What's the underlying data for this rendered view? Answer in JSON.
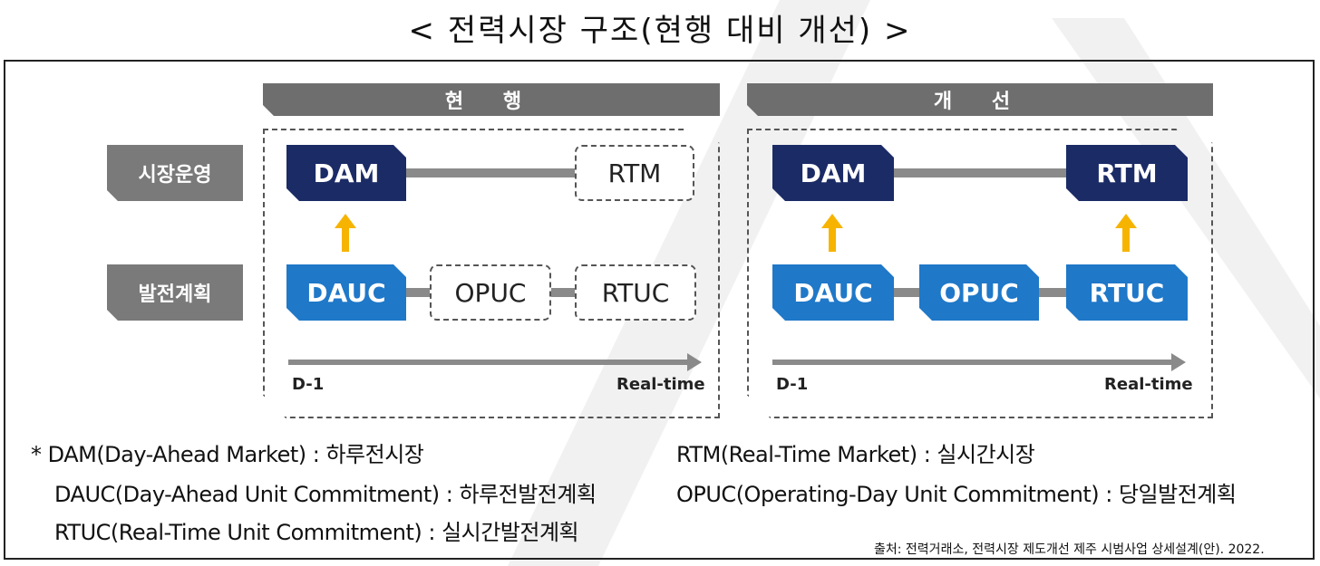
{
  "title": "< 전력시장 구조(현행 대비 개선) >",
  "headers": {
    "current": "현 행",
    "improved": "개 선"
  },
  "row_labels": {
    "market": "시장운영",
    "plan": "발전계획"
  },
  "current": {
    "dam": "DAM",
    "rtm": "RTM",
    "dauc": "DAUC",
    "opuc": "OPUC",
    "rtuc": "RTUC",
    "timeline_start": "D-1",
    "timeline_end": "Real-time"
  },
  "improved": {
    "dam": "DAM",
    "rtm": "RTM",
    "dauc": "DAUC",
    "opuc": "OPUC",
    "rtuc": "RTUC",
    "timeline_start": "D-1",
    "timeline_end": "Real-time"
  },
  "notes": {
    "dam": "* DAM(Day-Ahead Market) : 하루전시장",
    "rtm": "RTM(Real-Time Market) : 실시간시장",
    "dauc": "DAUC(Day-Ahead Unit Commitment) : 하루전발전계획",
    "opuc": "OPUC(Operating-Day Unit Commitment) : 당일발전계획",
    "rtuc": "RTUC(Real-Time Unit Commitment) : 실시간발전계획"
  },
  "source": "출처: 전력거래소, 전력시장 제도개선 제주 시범사업 상세설계(안). 2022.",
  "colors": {
    "dark_box": "#1b2b66",
    "blue_box": "#1f78c8",
    "header_gray": "#6e6e6e",
    "arrow": "#f6b400",
    "connector": "#8a8a8a"
  },
  "icons": {
    "up_arrow": "arrow-up-icon",
    "timeline_arrow": "arrow-right-icon"
  }
}
